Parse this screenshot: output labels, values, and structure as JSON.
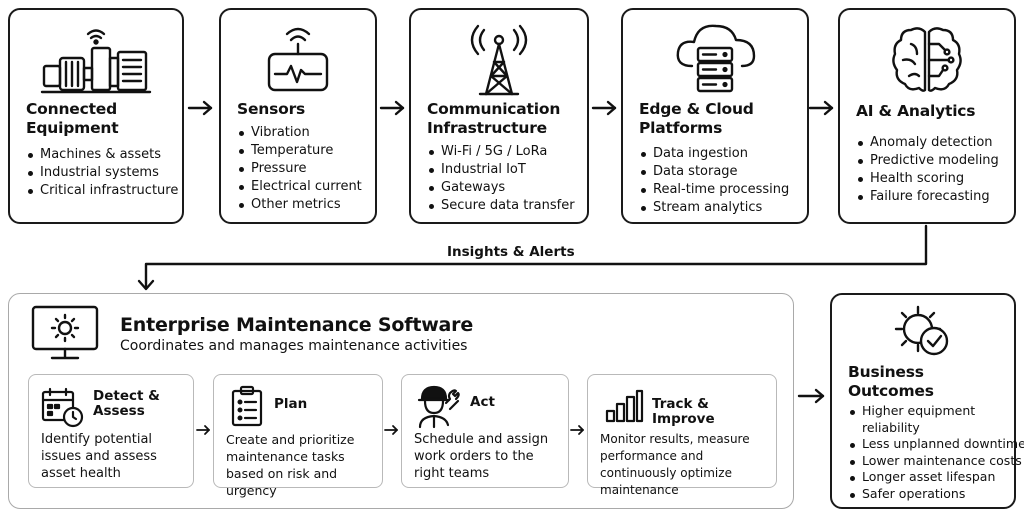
{
  "steps": [
    {
      "title": "Connected Equipment",
      "icon": "machine-icon",
      "items": [
        "Machines & assets",
        "Industrial systems",
        "Critical infrastructure"
      ]
    },
    {
      "title": "Sensors",
      "icon": "sensor-icon",
      "items": [
        "Vibration",
        "Temperature",
        "Pressure",
        "Electrical current",
        "Other metrics"
      ]
    },
    {
      "title": "Communication Infrastructure",
      "icon": "antenna-tower-icon",
      "items": [
        "Wi-Fi / 5G / LoRa",
        "Industrial IoT",
        "Gateways",
        "Secure data transfer"
      ]
    },
    {
      "title": "Edge & Cloud Platforms",
      "icon": "cloud-server-icon",
      "items": [
        "Data ingestion",
        "Data storage",
        "Real-time processing",
        "Stream analytics"
      ]
    },
    {
      "title": "AI & Analytics",
      "icon": "brain-circuit-icon",
      "items": [
        "Anomaly detection",
        "Predictive modeling",
        "Health scoring",
        "Failure forecasting"
      ]
    }
  ],
  "connector_label": "Insights & Alerts",
  "ems": {
    "title": "Enterprise Maintenance Software",
    "subtitle": "Coordinates and manages maintenance activities",
    "icon": "monitor-gear-icon",
    "stages": [
      {
        "title": "Detect & Assess",
        "icon": "calendar-clock-icon",
        "desc": "Identify potential issues and assess asset health"
      },
      {
        "title": "Plan",
        "icon": "clipboard-list-icon",
        "desc": "Create and prioritize maintenance tasks based on risk and urgency"
      },
      {
        "title": "Act",
        "icon": "technician-wrench-icon",
        "desc": "Schedule and assign work orders to the right teams"
      },
      {
        "title": "Track & Improve",
        "icon": "bar-chart-icon",
        "desc": "Monitor results, measure performance and continuously optimize maintenance"
      }
    ]
  },
  "outcomes": {
    "title": "Business Outcomes",
    "icon": "gear-check-icon",
    "items": [
      "Higher equipment reliability",
      "Less unplanned downtime",
      "Lower maintenance costs",
      "Longer asset lifespan",
      "Safer operations"
    ]
  }
}
